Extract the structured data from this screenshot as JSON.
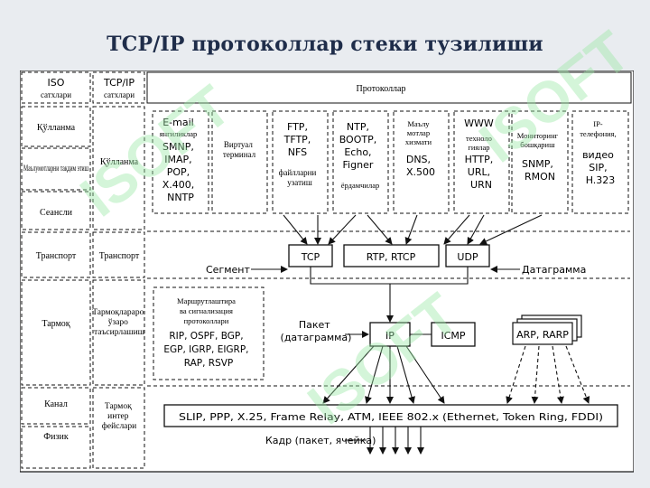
{
  "title": "TCP/IP протоколлар стеки тузилиши",
  "watermark": "ISOFT",
  "header": {
    "iso_line1": "ISO",
    "iso_line2": "сатхлари",
    "tcpip_line1": "TCP/IP",
    "tcpip_line2": "сатхлари",
    "protocols": "Протоколлар"
  },
  "iso_levels": [
    "Қўлланма",
    "Маълумотларни тақдим этиш",
    "Сеансли",
    "Транспорт",
    "Тармоқ",
    "Канал",
    "Физик"
  ],
  "tcpip_levels": {
    "application": "Қўлланма",
    "transport": "Транспорт",
    "network": [
      "Тармоқлараро",
      "ўзаро",
      "таъсирлашиш"
    ],
    "interface": [
      "Тармоқ",
      "интер",
      "фейслари"
    ]
  },
  "app_groups": [
    {
      "lines": [
        "E-mail",
        "янгиликлар",
        "SMNP,",
        "IMAP,",
        "POP,",
        "X.400,",
        "NNTP"
      ]
    },
    {
      "lines": [
        "Виртуал",
        "терминал"
      ]
    },
    {
      "lines": [
        "FTP,",
        "TFTP,",
        "NFS",
        "файлларни",
        "узатиш"
      ]
    },
    {
      "lines": [
        "NTP,",
        "BOOTP,",
        "Echo,",
        "Figner",
        "ёрдамчилар"
      ]
    },
    {
      "lines": [
        "Маълу",
        "мотлар",
        "хизмати",
        "DNS,",
        "X.500"
      ]
    },
    {
      "lines": [
        "WWW",
        "техноло",
        "гиялар",
        "HTTP,",
        "URL,",
        "URN"
      ]
    },
    {
      "lines": [
        "Мониторинг",
        "бошқариш",
        "SNMP,",
        "RMON"
      ]
    },
    {
      "lines": [
        "IP-",
        "телефония,",
        "видео",
        "SIP,",
        "H.323"
      ]
    }
  ],
  "transport": {
    "tcp": "TCP",
    "rtp": "RTP, RTCP",
    "udp": "UDP",
    "segment": "Сегмент",
    "datagram": "Датаграмма"
  },
  "routing": {
    "lines": [
      "Маршрутлаштира",
      "ва сигнализация",
      "протоколлари",
      "RIP, OSPF, BGP,",
      "EGP, IGRP, EIGRP,",
      "RAP, RSVP"
    ]
  },
  "network": {
    "packet_line1": "Пакет",
    "packet_line2": "(датаграмма)",
    "ip": "IP",
    "icmp": "ICMP",
    "arp": "ARP, RARP"
  },
  "link": {
    "bar": "SLIP, PPP, X.25, Frame Relay, ATM, IEEE 802.x (Ethernet, Token Ring, FDDI)",
    "frame": "Кадр (пакет, ячейка)"
  }
}
